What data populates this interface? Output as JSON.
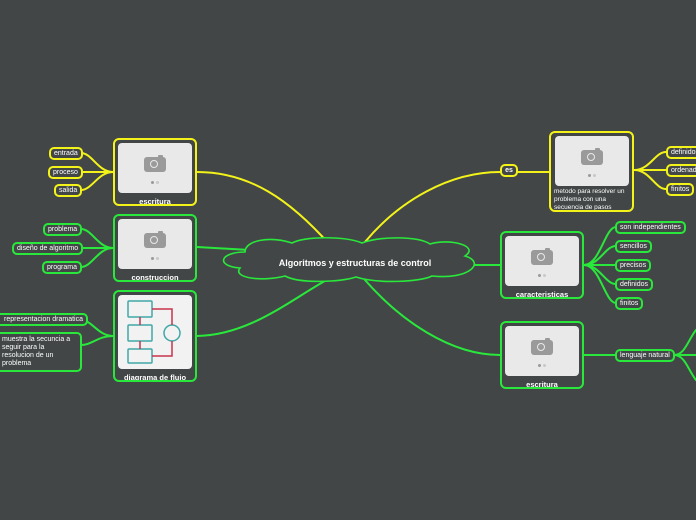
{
  "colors": {
    "yellow": "#f3f31a",
    "green": "#29e83b",
    "background": "#424646"
  },
  "center": {
    "title": "Algoritmos y estructuras de control"
  },
  "left": {
    "escritura": {
      "label": "escritura",
      "icon": "camera-icon",
      "items": [
        "entrada",
        "proceso",
        "salida"
      ]
    },
    "construccion": {
      "label": "construccion",
      "icon": "camera-icon",
      "items": [
        "problema",
        "diseño de algoritmo",
        "programa"
      ]
    },
    "diagrama": {
      "label": "diagrama de flujo",
      "icon": "flowchart-icon",
      "items": [
        "representacion dramatica",
        "muestra la secuncia a seguir para la resolucion de un problema"
      ]
    }
  },
  "right": {
    "es": {
      "label": "es"
    },
    "metodo": {
      "text": "metodo para resolver un problema con una secuencia de pasos",
      "icon": "camera-icon",
      "items": [
        "definidos",
        "ordenados",
        "finitos"
      ]
    },
    "caracteristicas": {
      "label": "caracteristicas",
      "icon": "camera-icon",
      "items": [
        "son independientes",
        "sencillos",
        "precisos",
        "definidos",
        "finitos"
      ]
    },
    "escritura": {
      "label": "escritura",
      "icon": "camera-icon",
      "items": [
        "lenguaje natural"
      ]
    }
  }
}
